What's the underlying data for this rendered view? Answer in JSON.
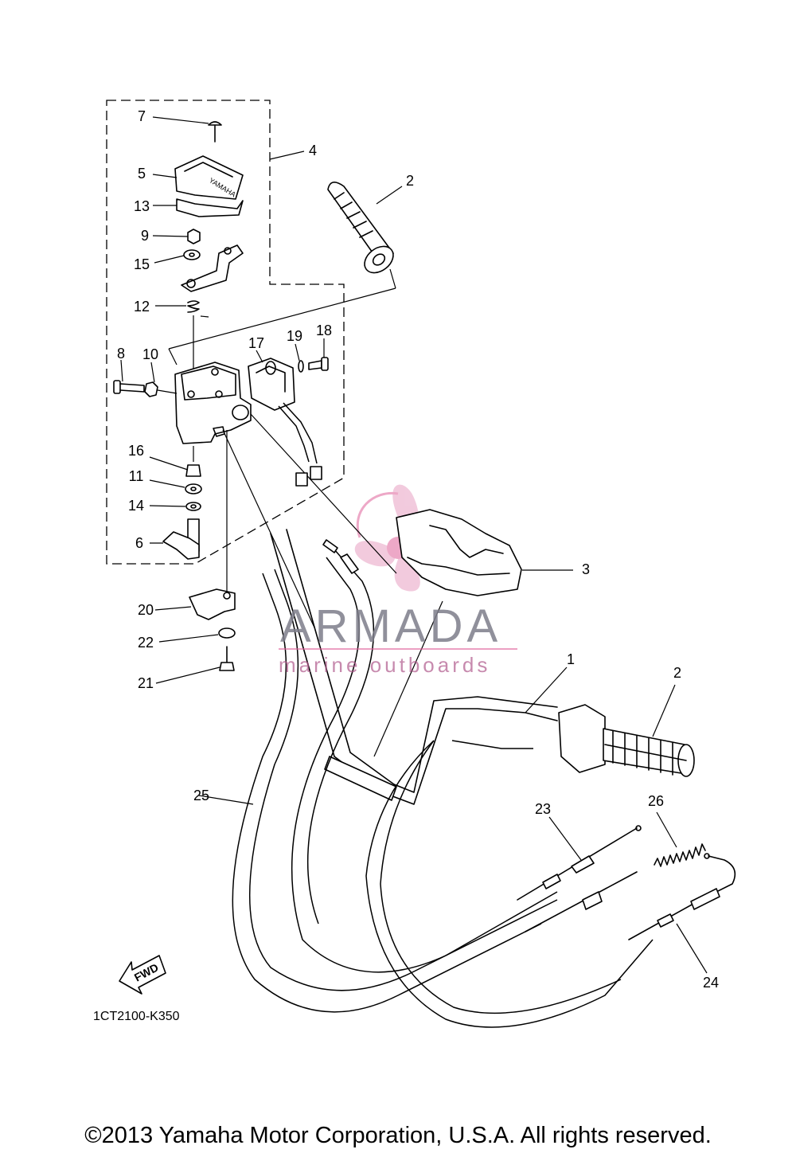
{
  "diagram": {
    "callouts": [
      {
        "id": "7",
        "text": "7"
      },
      {
        "id": "4",
        "text": "4"
      },
      {
        "id": "5",
        "text": "5"
      },
      {
        "id": "2a",
        "text": "2"
      },
      {
        "id": "13",
        "text": "13"
      },
      {
        "id": "9",
        "text": "9"
      },
      {
        "id": "15",
        "text": "15"
      },
      {
        "id": "12",
        "text": "12"
      },
      {
        "id": "17",
        "text": "17"
      },
      {
        "id": "19",
        "text": "19"
      },
      {
        "id": "18",
        "text": "18"
      },
      {
        "id": "8",
        "text": "8"
      },
      {
        "id": "10",
        "text": "10"
      },
      {
        "id": "16",
        "text": "16"
      },
      {
        "id": "11",
        "text": "11"
      },
      {
        "id": "14",
        "text": "14"
      },
      {
        "id": "6",
        "text": "6"
      },
      {
        "id": "3",
        "text": "3"
      },
      {
        "id": "20",
        "text": "20"
      },
      {
        "id": "22",
        "text": "22"
      },
      {
        "id": "21",
        "text": "21"
      },
      {
        "id": "1",
        "text": "1"
      },
      {
        "id": "2b",
        "text": "2"
      },
      {
        "id": "25",
        "text": "25"
      },
      {
        "id": "26",
        "text": "26"
      },
      {
        "id": "23",
        "text": "23"
      },
      {
        "id": "24",
        "text": "24"
      }
    ],
    "fwd_label": "FWD",
    "drawing_code": "1CT2100-K350",
    "grip_brand": "YAMAHA"
  },
  "watermark": {
    "brand": "ARMADA",
    "tagline": "marine outboards",
    "accent_color": "#e0629a"
  },
  "footer": {
    "copyright": "©2013 Yamaha Motor Corporation, U.S.A. All rights reserved."
  }
}
